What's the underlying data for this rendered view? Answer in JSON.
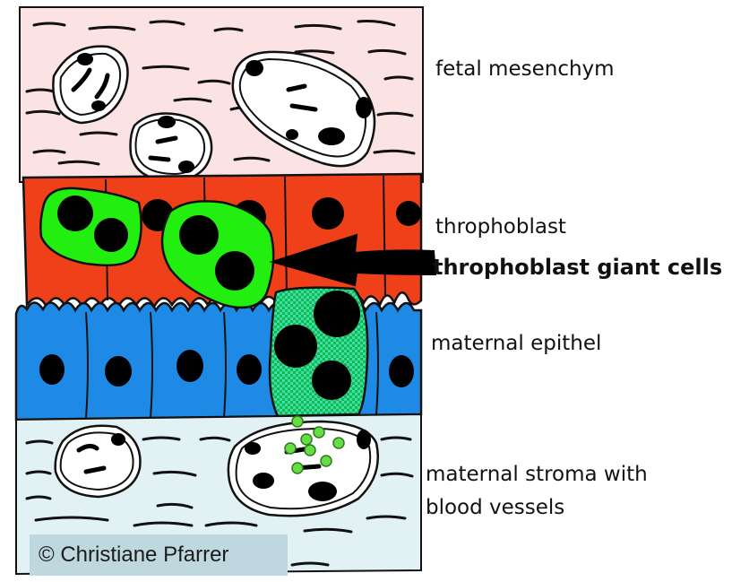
{
  "labels": {
    "fetal_mesenchym": "fetal mesenchym",
    "trophoblast": "throphoblast",
    "giant_cells": "throphoblast giant cells",
    "maternal_epithel": "maternal epithel",
    "maternal_stroma_line1": "maternal stroma with",
    "maternal_stroma_line2": "blood vessels"
  },
  "copyright": "© Christiane Pfarrer",
  "colors": {
    "fetal_mesenchym": "#fbe3e3",
    "trophoblast": "#f0401a",
    "giant_cell": "#22ee10",
    "maternal_epithel": "#1f8ae6",
    "maternal_stroma": "#e2f1f4",
    "nucleus": "#000000",
    "blood_cell": "#66dd44",
    "copyright_box": "#bfd7df"
  }
}
